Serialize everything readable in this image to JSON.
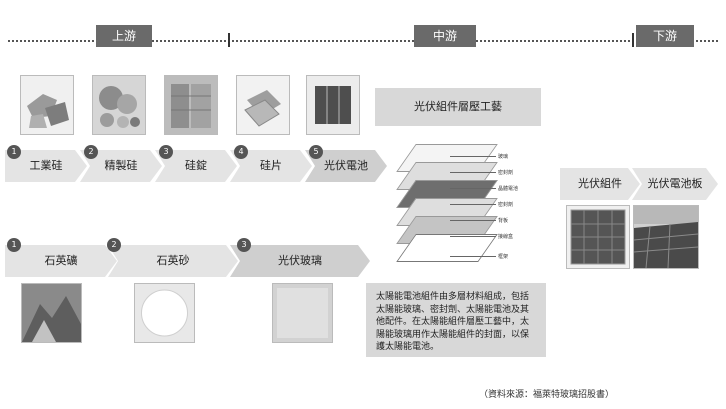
{
  "stages": {
    "upstream": "上游",
    "midstream": "中游",
    "downstream": "下游"
  },
  "row1": [
    {
      "num": "1",
      "label": "工業硅"
    },
    {
      "num": "2",
      "label": "精製硅"
    },
    {
      "num": "3",
      "label": "硅錠"
    },
    {
      "num": "4",
      "label": "硅片"
    },
    {
      "num": "5",
      "label": "光伏電池"
    }
  ],
  "row2": [
    {
      "num": "1",
      "label": "石英礦"
    },
    {
      "num": "2",
      "label": "石英砂"
    },
    {
      "num": "3",
      "label": "光伏玻璃"
    }
  ],
  "process": {
    "title": "光伏組件層壓工藝",
    "layers": [
      "玻璃",
      "密封劑",
      "晶體電池",
      "密封劑",
      "背板",
      "接線盒",
      "框架"
    ]
  },
  "description": "太陽能電池組件由多層材料組成，包括太陽能玻璃、密封劑、太陽能電池及其他配件。在太陽能組件層壓工藝中，太陽能玻璃用作太陽能組件的封面，以保護太陽能電池。",
  "downstream": {
    "module": "光伏組件",
    "panel": "光伏電池板"
  },
  "source": "（資料來源：福萊特玻璃招股書）"
}
